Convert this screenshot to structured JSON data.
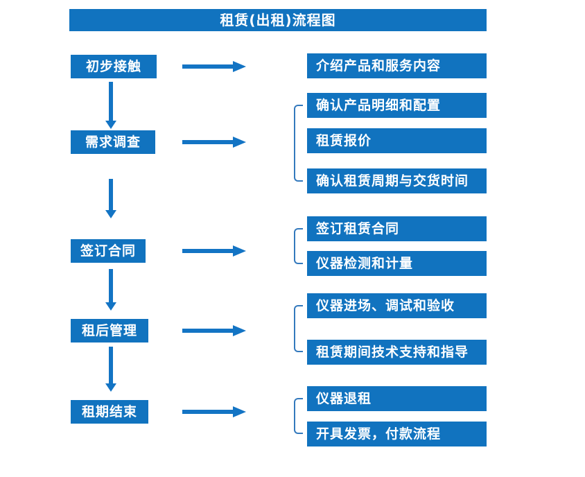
{
  "title": "租赁(出租)流程图",
  "colors": {
    "box_blue": "#1173BF",
    "arrow_blue": "#1374C4",
    "bracket_blue": "#3379BD",
    "text": "#FFFFFF",
    "background": "#FFFFFF"
  },
  "steps": [
    {
      "label": "初步接触",
      "outputs": [
        "介绍产品和服务内容"
      ]
    },
    {
      "label": "需求调查",
      "outputs": [
        "确认产品明细和配置",
        "租赁报价",
        "确认租赁周期与交货时间"
      ]
    },
    {
      "label": "签订合同",
      "outputs": [
        "签订租赁合同",
        "仪器检测和计量"
      ]
    },
    {
      "label": "租后管理",
      "outputs": [
        "仪器进场、调试和验收",
        "租赁期间技术支持和指导"
      ]
    },
    {
      "label": "租期结束",
      "outputs": [
        "仪器退租",
        "开具发票，付款流程"
      ]
    }
  ]
}
